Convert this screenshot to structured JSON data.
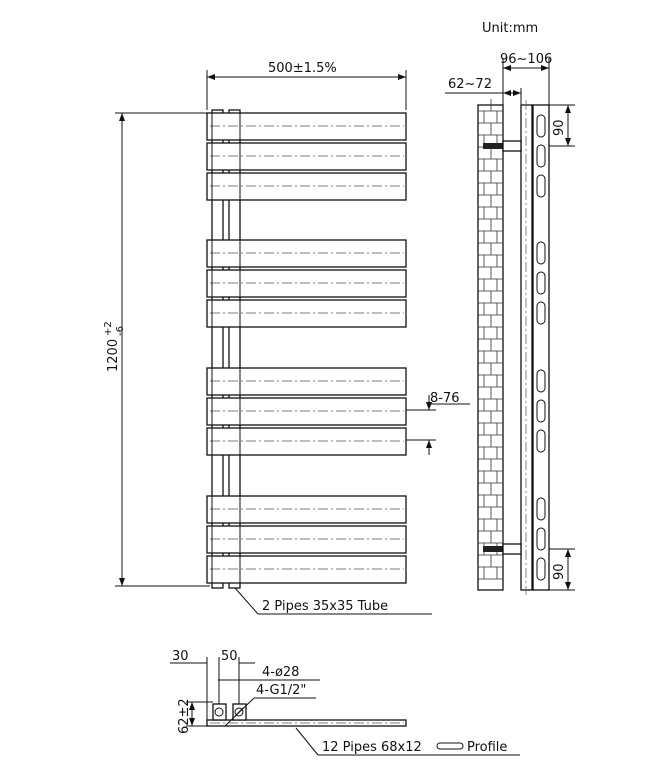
{
  "unit_label": "Unit:mm",
  "front_view": {
    "width_dim": "500±1.5%",
    "height_dim": "1200",
    "height_tol_plus": "+2",
    "height_tol_minus": "-6",
    "gap_dim": "8-76",
    "pipes_note": "2 Pipes 35x35 Tube",
    "bar_count": 12
  },
  "side_view": {
    "wall_gap_dim": "62~72",
    "depth_dim": "96~106",
    "top_bracket_dim": "90",
    "bottom_bracket_dim": "90"
  },
  "bottom_view": {
    "dim_30": "30",
    "dim_50": "50",
    "holes_note": "4-ø28",
    "thread_note": "4-G1/2\"",
    "height_dim": "62±2",
    "profile_note": "12 Pipes 68x12",
    "profile_suffix": "Profile"
  }
}
